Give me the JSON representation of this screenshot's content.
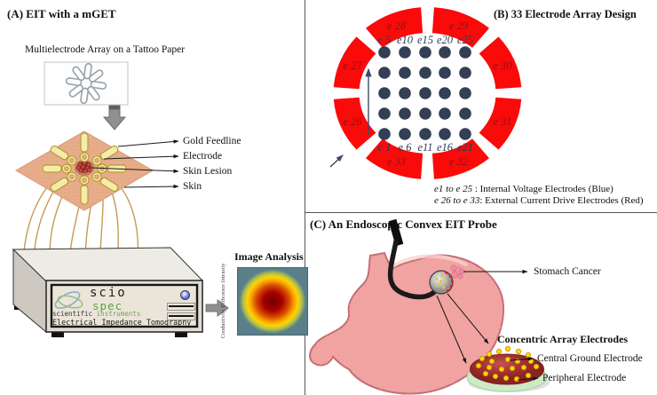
{
  "panel_a": {
    "title": "(A) EIT with a mGET",
    "subtitle": "Multielectrode Array on a Tattoo Paper",
    "callouts": {
      "gold_feedline": "Gold Feedline",
      "electrode": "Electrode",
      "skin_lesion": "Skin Lesion",
      "skin": "Skin"
    },
    "device": {
      "brand": "scio",
      "sub_brand": "spec",
      "tagline_word1": "scientific",
      "tagline_word2": "instruments",
      "caption": "Electrical Impedance Tomography"
    },
    "image_analysis": {
      "title": "Image Analysis",
      "y_axis_label": "Conductivity Difference Intensity"
    }
  },
  "panel_b": {
    "title": "(B) 33 Electrode Array Design",
    "outer_electrodes": [
      "e 28",
      "e 29",
      "e 30",
      "e 31",
      "e 32",
      "e 33",
      "e 26",
      "e 27"
    ],
    "grid_top_labels": [
      "e 5",
      "e10",
      "e15",
      "e20",
      "e25"
    ],
    "grid_bottom_labels": [
      "e 1",
      "e 6",
      "e11",
      "e16",
      "e21"
    ],
    "legend": {
      "line1_em": "e1 to e 25",
      "line1_rest": " : Internal Voltage Electrodes (Blue)",
      "line2_em": "e 26 to e 33",
      "line2_rest": ": External Current Drive Electrodes (Red)"
    },
    "counts": {
      "internal_voltage_electrodes": 25,
      "external_current_electrodes": 8,
      "total": 33
    }
  },
  "panel_c": {
    "title": "(C) An Endoscopic Convex EIT Probe",
    "callouts": {
      "stomach_cancer": "Stomach Cancer",
      "concentric": "Concentric Array Electrodes",
      "central_ground": "Central Ground Electrode",
      "peripheral": "Peripheral Electrode"
    }
  },
  "colors": {
    "current_drive_red": "#fb0a0a",
    "voltage_dot_navy": "#333f55",
    "arc_label_dark_red": "#8b1414",
    "skin_tan": "#e7ad8b",
    "stomach_pink": "#f1a4a2",
    "electrode_yellow": "#ffd60a",
    "device_green": "#5f9e48",
    "heatmap_bg_teal": "#5b7f8a"
  }
}
